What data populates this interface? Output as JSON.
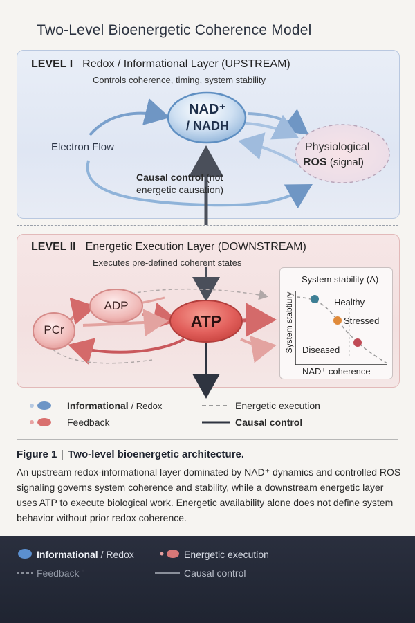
{
  "title": "Two-Level Bioenergetic Coherence Model",
  "level1": {
    "tag": "LEVEL I",
    "name": "Redox / Informational Layer (UPSTREAM)",
    "subtitle": "Controls coherence, timing, system stability",
    "nad_line1": "NAD⁺",
    "nad_line2": "/ NADH",
    "electron_flow": "Electron Flow",
    "ros_line1": "Physiological",
    "ros_bold": "ROS",
    "ros_rest": "(signal)",
    "causal_bold": "Causal control",
    "causal_rest1": "(not",
    "causal_line2": "energetic causation)"
  },
  "level2": {
    "tag": "LEVEL II",
    "name": "Energetic Execution Layer (DOWNSTREAM)",
    "subtitle": "Executes pre-defined coherent states",
    "adp": "ADP",
    "atp": "ATP",
    "pcr": "PCr"
  },
  "inset": {
    "title": "System stability (Δ)",
    "ylabel": "System stabtiury",
    "xlabel": "NAD⁺ coherence",
    "points": [
      {
        "label": "Healthy",
        "color": "#3d7f95"
      },
      {
        "label": "Stressed",
        "color": "#e08a3a"
      },
      {
        "label": "Diseased",
        "color": "#c04a55"
      }
    ]
  },
  "legend": {
    "informational_bold": "Informational",
    "informational_rest": "/ Redox",
    "feedback": "Feedback",
    "energetic": "Energetic execution",
    "causal": "Causal control"
  },
  "caption": {
    "label": "Figure 1",
    "sep": "|",
    "title": "Two-level bioenergetic architecture.",
    "body": "An upstream redox-informational layer dominated by NAD⁺ dynamics and controlled ROS signaling governs system coherence and stability, while a downstream energetic layer uses ATP to execute biological work. Energetic availability alone does not define system behavior without prior redox coherence."
  },
  "footer": {
    "informational_bold": "Informational",
    "informational_rest": "/ Redox",
    "energetic": "Energetic execution",
    "feedback": "Feedback",
    "causal": "Causal control"
  },
  "colors": {
    "blue_accent": "#4f7fb3",
    "red_accent": "#c9585c",
    "atp_fill": "#e0585a"
  }
}
